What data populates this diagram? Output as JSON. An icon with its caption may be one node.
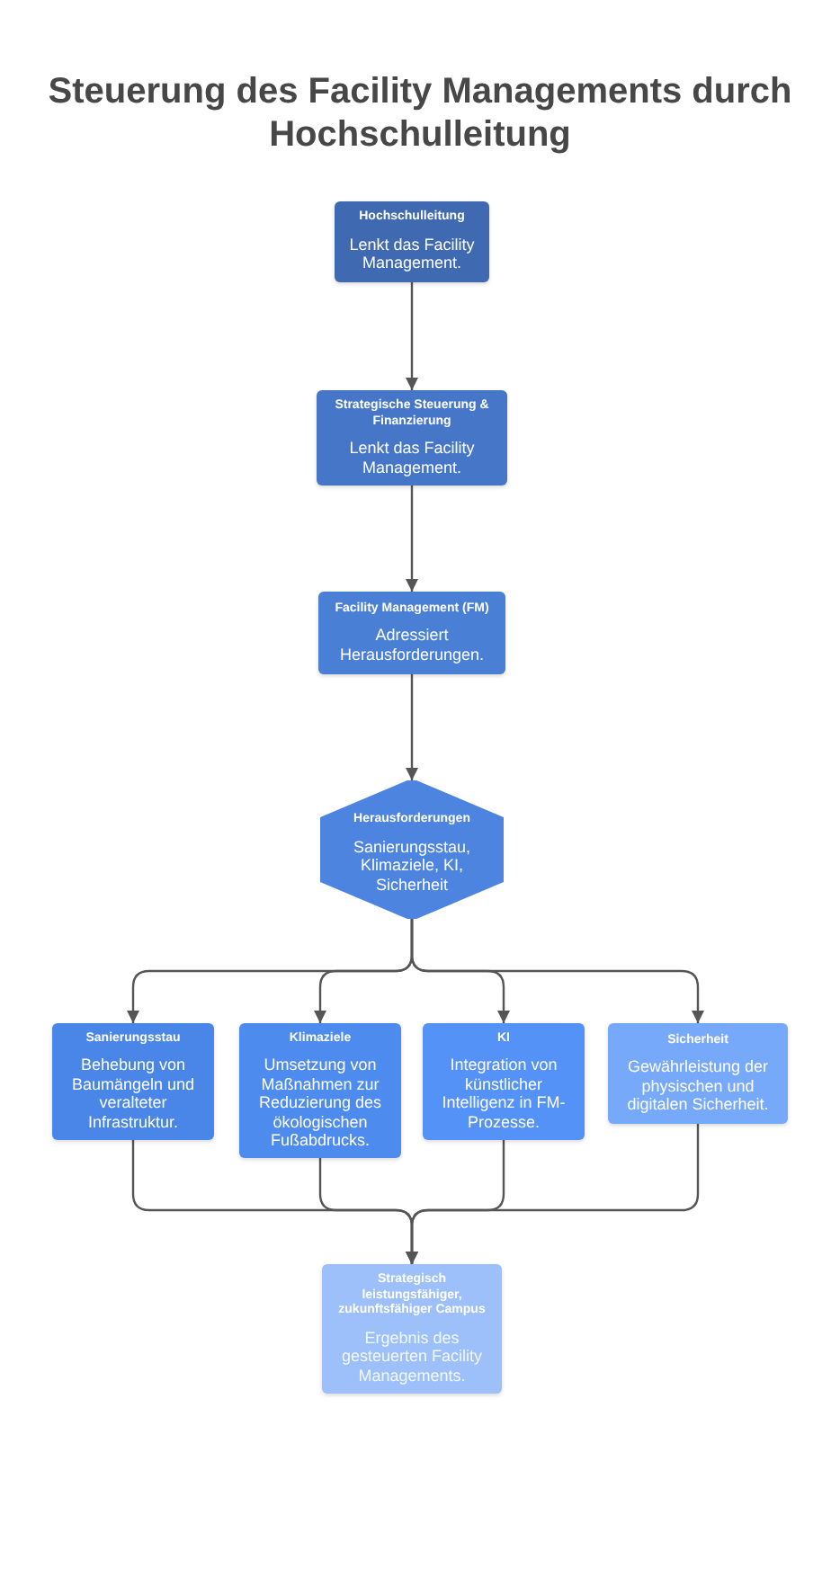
{
  "diagram": {
    "title": "Steuerung des Facility Managements durch Hochschulleitung",
    "nodes": [
      {
        "text": [
          "Hochschulleitung",
          "Lenkt das Facility Management."
        ]
      },
      {
        "text": [
          "Strategische Steuerung & Finanzierung",
          "Lenkt das Facility Management."
        ]
      },
      {
        "text": [
          "Facility Management (FM)",
          "Adressiert Herausforderungen."
        ]
      },
      {
        "text": [
          "Herausforderungen",
          "Sanierungsstau, Klimaziele, KI, Sicherheit"
        ]
      },
      {
        "text": [
          "Sanierungsstau",
          "Behebung von Baumängeln und veralteter Infrastruktur."
        ]
      },
      {
        "text": [
          "Klimaziele",
          "Umsetzung von Maßnahmen zur Reduzierung des ökologischen Fußabdrucks."
        ]
      },
      {
        "text": [
          "KI",
          "Integration von künstlicher Intelligenz in FM-Prozesse."
        ]
      },
      {
        "text": [
          "Sicherheit",
          "Gewährleistung der physischen und digitalen Sicherheit."
        ]
      },
      {
        "text": [
          "Strategisch leistungsfähiger, zukunftsfähiger Campus",
          "Ergebnis des gesteuerten Facility Managements."
        ]
      }
    ],
    "edges": [
      {
        "from": 0,
        "to": 1,
        "arrow": "to"
      },
      {
        "from": 1,
        "to": 2,
        "arrow": "to"
      },
      {
        "from": 2,
        "to": 3,
        "arrow": "to"
      },
      {
        "from": 3,
        "to": 4,
        "arrow": "to"
      },
      {
        "from": 3,
        "to": 5,
        "arrow": "to"
      },
      {
        "from": 3,
        "to": 6,
        "arrow": "to"
      },
      {
        "from": 3,
        "to": 7,
        "arrow": "to"
      },
      {
        "from": 4,
        "to": 8,
        "arrow": "to"
      },
      {
        "from": 5,
        "to": 8,
        "arrow": "to"
      },
      {
        "from": 6,
        "to": 8,
        "arrow": "to"
      },
      {
        "from": 7,
        "to": 8,
        "arrow": "to"
      }
    ]
  }
}
